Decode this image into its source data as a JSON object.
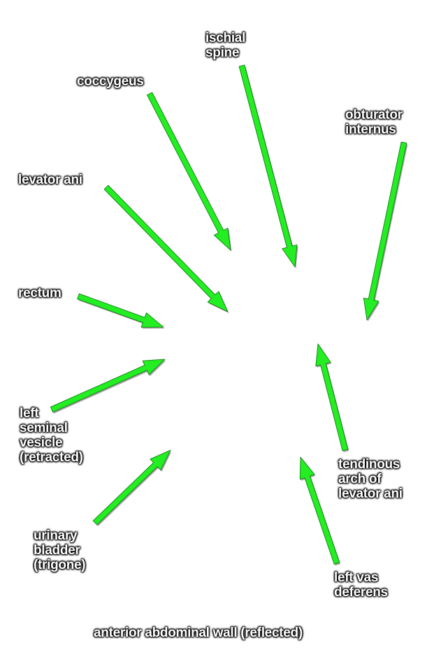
{
  "colors": {
    "arrow": "#22ee22",
    "arrow_outline": "#0d6e0d",
    "label_text": "#ffffff",
    "label_shadow": "#000000"
  },
  "labels": {
    "ischial_spine": [
      "ischial",
      "spine"
    ],
    "coccygeus": [
      "coccygeus"
    ],
    "obturator_internus": [
      "obturator",
      "internus"
    ],
    "levator_ani": [
      "levator ani"
    ],
    "rectum": [
      "rectum"
    ],
    "left_seminal_vesicle": [
      "left",
      "seminal",
      "vesicle",
      "(retracted)"
    ],
    "urinary_bladder": [
      "urinary",
      "bladder",
      "(trigone)"
    ],
    "tendinous_arch": [
      "tendinous",
      "arch of",
      "levator ani"
    ],
    "left_vas_deferens": [
      "left vas",
      "deferens"
    ],
    "anterior_abdominal_wall": [
      "anterior abdominal wall (reflected)"
    ]
  }
}
